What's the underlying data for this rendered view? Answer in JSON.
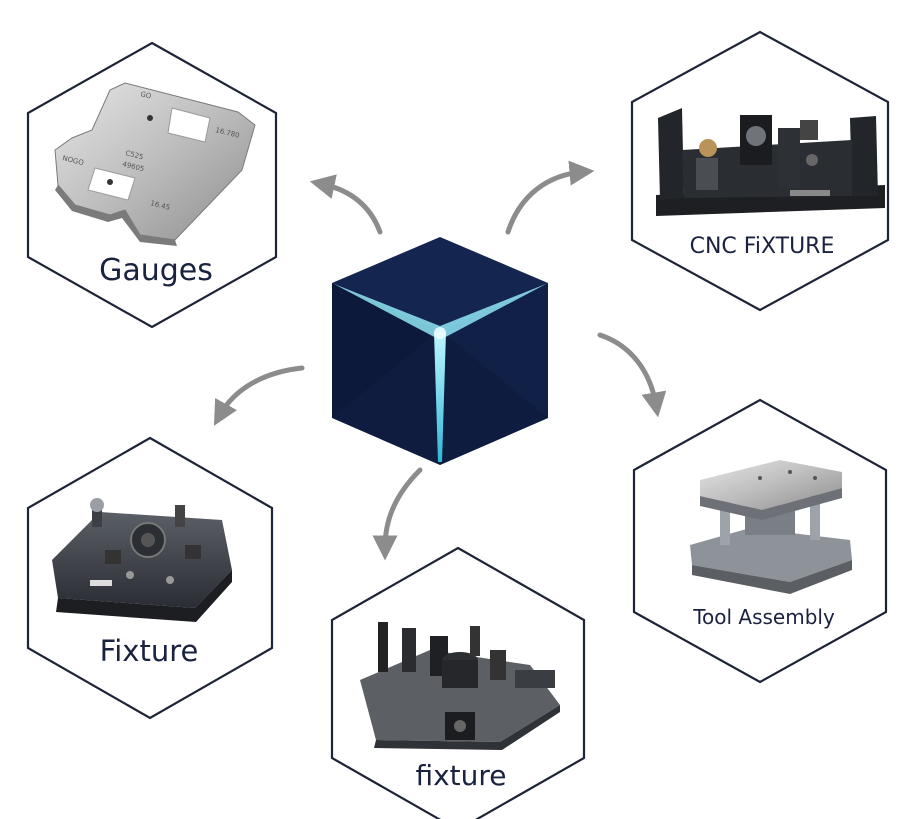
{
  "hexagons": [
    {
      "id": "gauges",
      "label": "Gauges"
    },
    {
      "id": "cnc",
      "label": "CNC FiXTURE"
    },
    {
      "id": "fixture-left",
      "label": "Fixture"
    },
    {
      "id": "fixture-bottom",
      "label": "fixture"
    },
    {
      "id": "tool",
      "label": "Tool Assembly"
    }
  ],
  "gauge_texts": {
    "go": "GO",
    "nogo": "NOGO",
    "code1": "C525",
    "code2": "49605",
    "dim1": "16.780",
    "dim2": "16.45"
  },
  "colors": {
    "cube_dark": "#0f1c40",
    "cube_mid": "#14254f",
    "cube_glow": "#6fe0f0",
    "arrow": "#8c8c8c",
    "hex_stroke": "#1e2438",
    "label": "#1a2240"
  },
  "icons": [
    "cube-logo-icon",
    "arrow-icon"
  ]
}
